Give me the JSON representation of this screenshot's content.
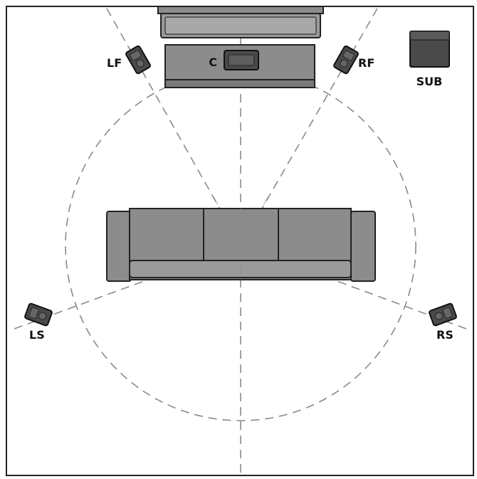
{
  "diagram": {
    "speakers": {
      "left_front": "LF",
      "right_front": "RF",
      "center": "C",
      "subwoofer": "SUB",
      "left_surround": "LS",
      "right_surround": "RS"
    },
    "colors": {
      "furniture_fill": "#8c8c8c",
      "furniture_dark": "#6e6e6e",
      "speaker_fill": "#4a4a4a",
      "guide_line": "#8a8a8a",
      "outline": "#222222"
    }
  }
}
